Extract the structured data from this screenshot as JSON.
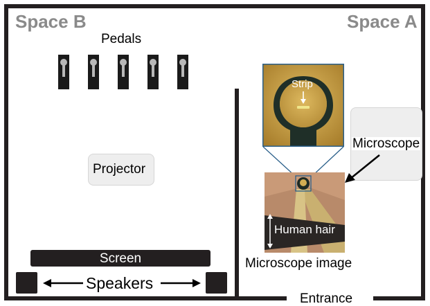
{
  "spaces": {
    "space_b": "Space B",
    "space_a": "Space A"
  },
  "labels": {
    "pedals": "Pedals",
    "projector": "Projector",
    "screen": "Screen",
    "speakers": "Speakers",
    "microscope": "Microscope",
    "microscope_image": "Microscope image",
    "strip": "Strip",
    "human_hair": "Human hair",
    "entrance": "Entrance"
  },
  "pedal_count": 5,
  "colors": {
    "wall": "#231f20",
    "space_label": "#8a8a8a",
    "device_box": "#eeeeee",
    "gold_film": "#c9a24a",
    "substrate": "#2a3a30",
    "frame_blue": "#2a5f8a"
  }
}
